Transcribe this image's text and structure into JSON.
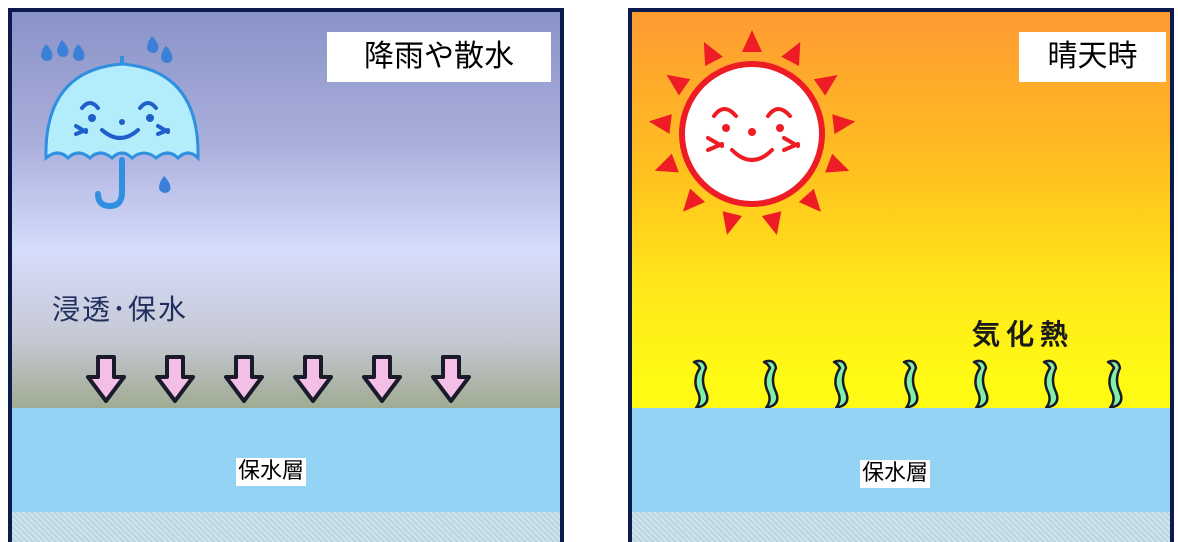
{
  "rain_panel": {
    "title": "降雨や散水",
    "caption": "浸透･保水",
    "layer_label": "保水層",
    "icon": "umbrella-icon",
    "arrow_icon": "down-arrow-icon",
    "arrow_color": "#f3bfe6",
    "layer_color": "#93d3f3"
  },
  "sun_panel": {
    "title": "晴天時",
    "caption": "気化熱",
    "layer_label": "保水層",
    "icon": "sun-icon",
    "vapor_icon": "vapor-icon",
    "vapor_color": "#7ff0a8",
    "sun_color": "#ee1c24"
  }
}
